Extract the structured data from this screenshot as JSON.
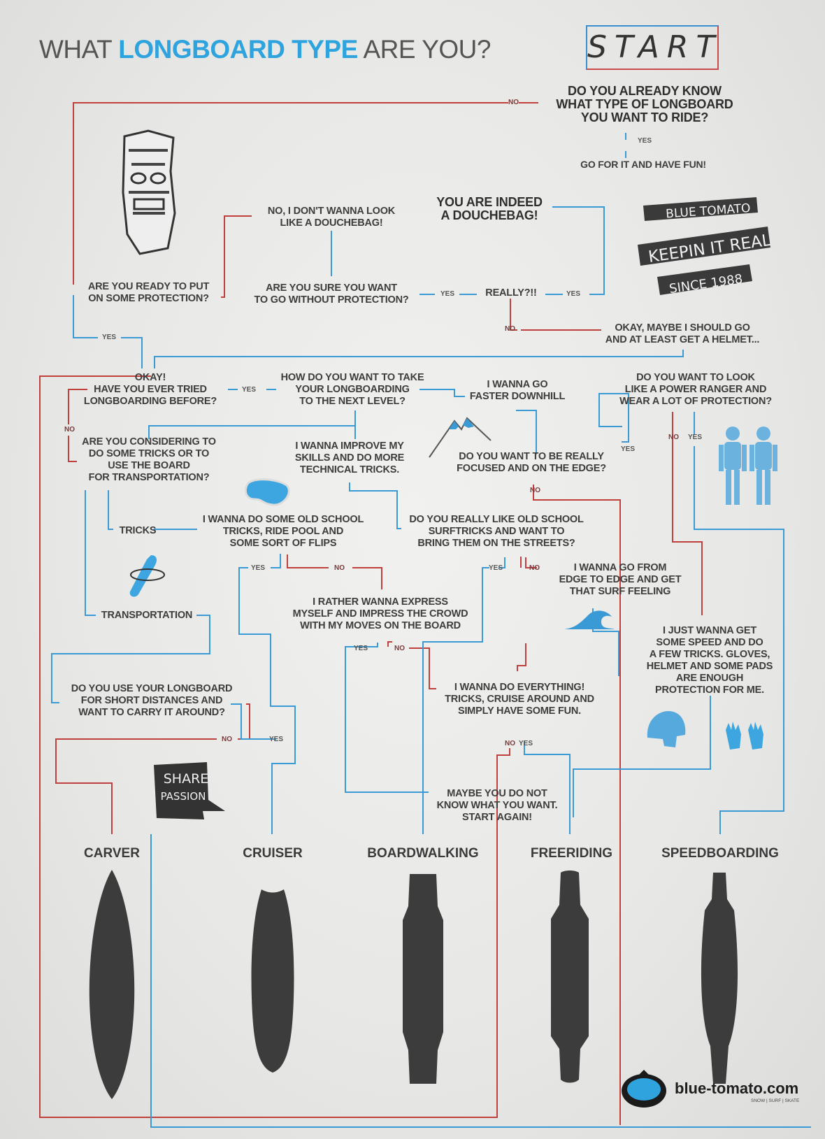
{
  "title": {
    "prefix": "WHAT ",
    "highlight": "LONGBOARD TYPE",
    "suffix": " ARE YOU?"
  },
  "start": "START",
  "nodes": {
    "q_know": "DO YOU ALREADY KNOW\nWHAT TYPE OF LONGBOARD\nYOU WANT TO RIDE?",
    "go_fun": "GO FOR IT AND HAVE FUN!",
    "douchebag": "YOU ARE INDEED\nA DOUCHEBAG!",
    "no_douche": "NO, I DON'T WANNA  LOOK\nLIKE A DOUCHEBAG!",
    "q_protection": "ARE YOU READY TO PUT\nON SOME PROTECTION?",
    "q_sure": "ARE YOU SURE YOU WANT\nTO GO WITHOUT PROTECTION?",
    "really": "REALLY?!!",
    "helmet": "OKAY, MAYBE I SHOULD GO\nAND AT LEAST GET A HELMET...",
    "q_tried": "OKAY!\nHAVE YOU EVER TRIED\nLONGBOARDING BEFORE?",
    "q_next": "HOW DO YOU WANT TO TAKE\nYOUR LONGBOARDING\nTO THE NEXT LEVEL?",
    "faster": "I WANNA GO\nFASTER DOWNHILL",
    "q_ranger": "DO YOU WANT TO LOOK\nLIKE A POWER RANGER AND\nWEAR A LOT OF PROTECTION?",
    "q_tricks_transport": "ARE YOU CONSIDERING TO\nDO SOME TRICKS OR TO\nUSE THE BOARD\nFOR TRANSPORTATION?",
    "improve": "I WANNA IMPROVE MY\nSKILLS AND DO MORE\nTECHNICAL TRICKS.",
    "q_focused": "DO YOU WANT TO BE REALLY\nFOCUSED AND ON THE EDGE?",
    "tricks": "TRICKS",
    "old_school": "I WANNA DO SOME OLD SCHOOL\nTRICKS, RIDE POOL AND\nSOME SORT OF FLIPS",
    "q_surftricks": "DO YOU REALLY LIKE OLD SCHOOL\nSURFTRICKS AND WANT TO\nBRING THEM ON THE STREETS?",
    "edge": "I WANNA  GO FROM\nEDGE TO EDGE AND GET\nTHAT SURF FEELING",
    "express": "I RATHER WANNA EXPRESS\nMYSELF AND IMPRESS THE CROWD\nWITH MY MOVES ON THE BOARD",
    "transportation": "TRANSPORTATION",
    "speed_tricks": "I JUST WANNA GET\nSOME SPEED AND DO\nA FEW TRICKS. GLOVES,\nHELMET AND SOME PADS\nARE ENOUGH\nPROTECTION FOR ME.",
    "q_short": "DO YOU USE YOUR LONGBOARD\nFOR SHORT DISTANCES AND\nWANT TO CARRY IT AROUND?",
    "everything": "I WANNA DO EVERYTHING!\nTRICKS, CRUISE AROUND AND\nSIMPLY HAVE SOME FUN.",
    "maybe": "MAYBE YOU DO NOT\nKNOW WHAT YOU WANT.\nSTART AGAIN!"
  },
  "labels": {
    "yes": "YES",
    "no": "NO"
  },
  "categories": [
    "CARVER",
    "CRUISER",
    "BOARDWALKING",
    "FREERIDING",
    "SPEEDBOARDING"
  ],
  "badge": {
    "line1": "BLUE TOMATO",
    "line2": "KEEPIN IT REAL",
    "line3": "SINCE 1988"
  },
  "share": {
    "line1": "SHARE",
    "line2": "PASSION"
  },
  "logo": {
    "name": "blue-tomato.com",
    "tagline": "SNOW | SURF | SKATE"
  },
  "colors": {
    "blue": "#3a9ad6",
    "red": "#c0403e",
    "accent": "#2ea3dd",
    "board": "#3c3c3c"
  }
}
